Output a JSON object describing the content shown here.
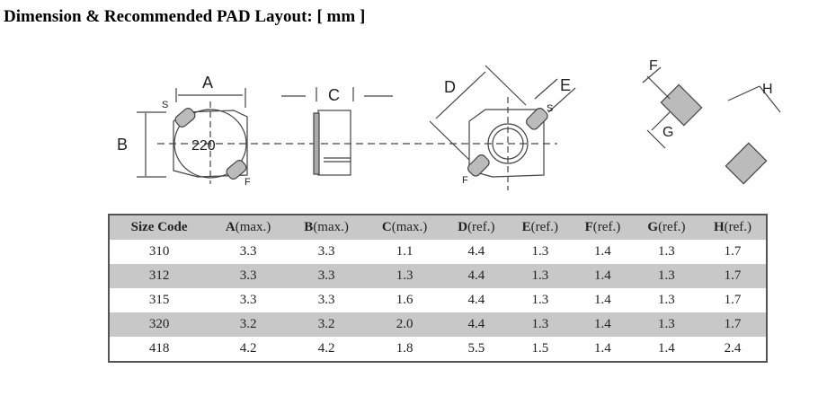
{
  "title": "Dimension & Recommended PAD Layout: [ mm ]",
  "diagram": {
    "labels": {
      "A": "A",
      "B": "B",
      "C": "C",
      "D": "D",
      "E": "E",
      "F": "F",
      "G": "G",
      "H": "H",
      "marking": "220",
      "s": "S",
      "f": "F"
    }
  },
  "table": {
    "headers": [
      {
        "bold": "Size Code",
        "rest": ""
      },
      {
        "bold": "A",
        "rest": "(max.)"
      },
      {
        "bold": "B",
        "rest": "(max.)"
      },
      {
        "bold": "C",
        "rest": "(max.)"
      },
      {
        "bold": "D",
        "rest": "(ref.)"
      },
      {
        "bold": "E",
        "rest": "(ref.)"
      },
      {
        "bold": "F",
        "rest": "(ref.)"
      },
      {
        "bold": "G",
        "rest": "(ref.)"
      },
      {
        "bold": "H",
        "rest": "(ref.)"
      }
    ],
    "rows": [
      [
        "310",
        "3.3",
        "3.3",
        "1.1",
        "4.4",
        "1.3",
        "1.4",
        "1.3",
        "1.7"
      ],
      [
        "312",
        "3.3",
        "3.3",
        "1.3",
        "4.4",
        "1.3",
        "1.4",
        "1.3",
        "1.7"
      ],
      [
        "315",
        "3.3",
        "3.3",
        "1.6",
        "4.4",
        "1.3",
        "1.4",
        "1.3",
        "1.7"
      ],
      [
        "320",
        "3.2",
        "3.2",
        "2.0",
        "4.4",
        "1.3",
        "1.4",
        "1.3",
        "1.7"
      ],
      [
        "418",
        "4.2",
        "4.2",
        "1.8",
        "5.5",
        "1.5",
        "1.4",
        "1.4",
        "2.4"
      ]
    ]
  }
}
